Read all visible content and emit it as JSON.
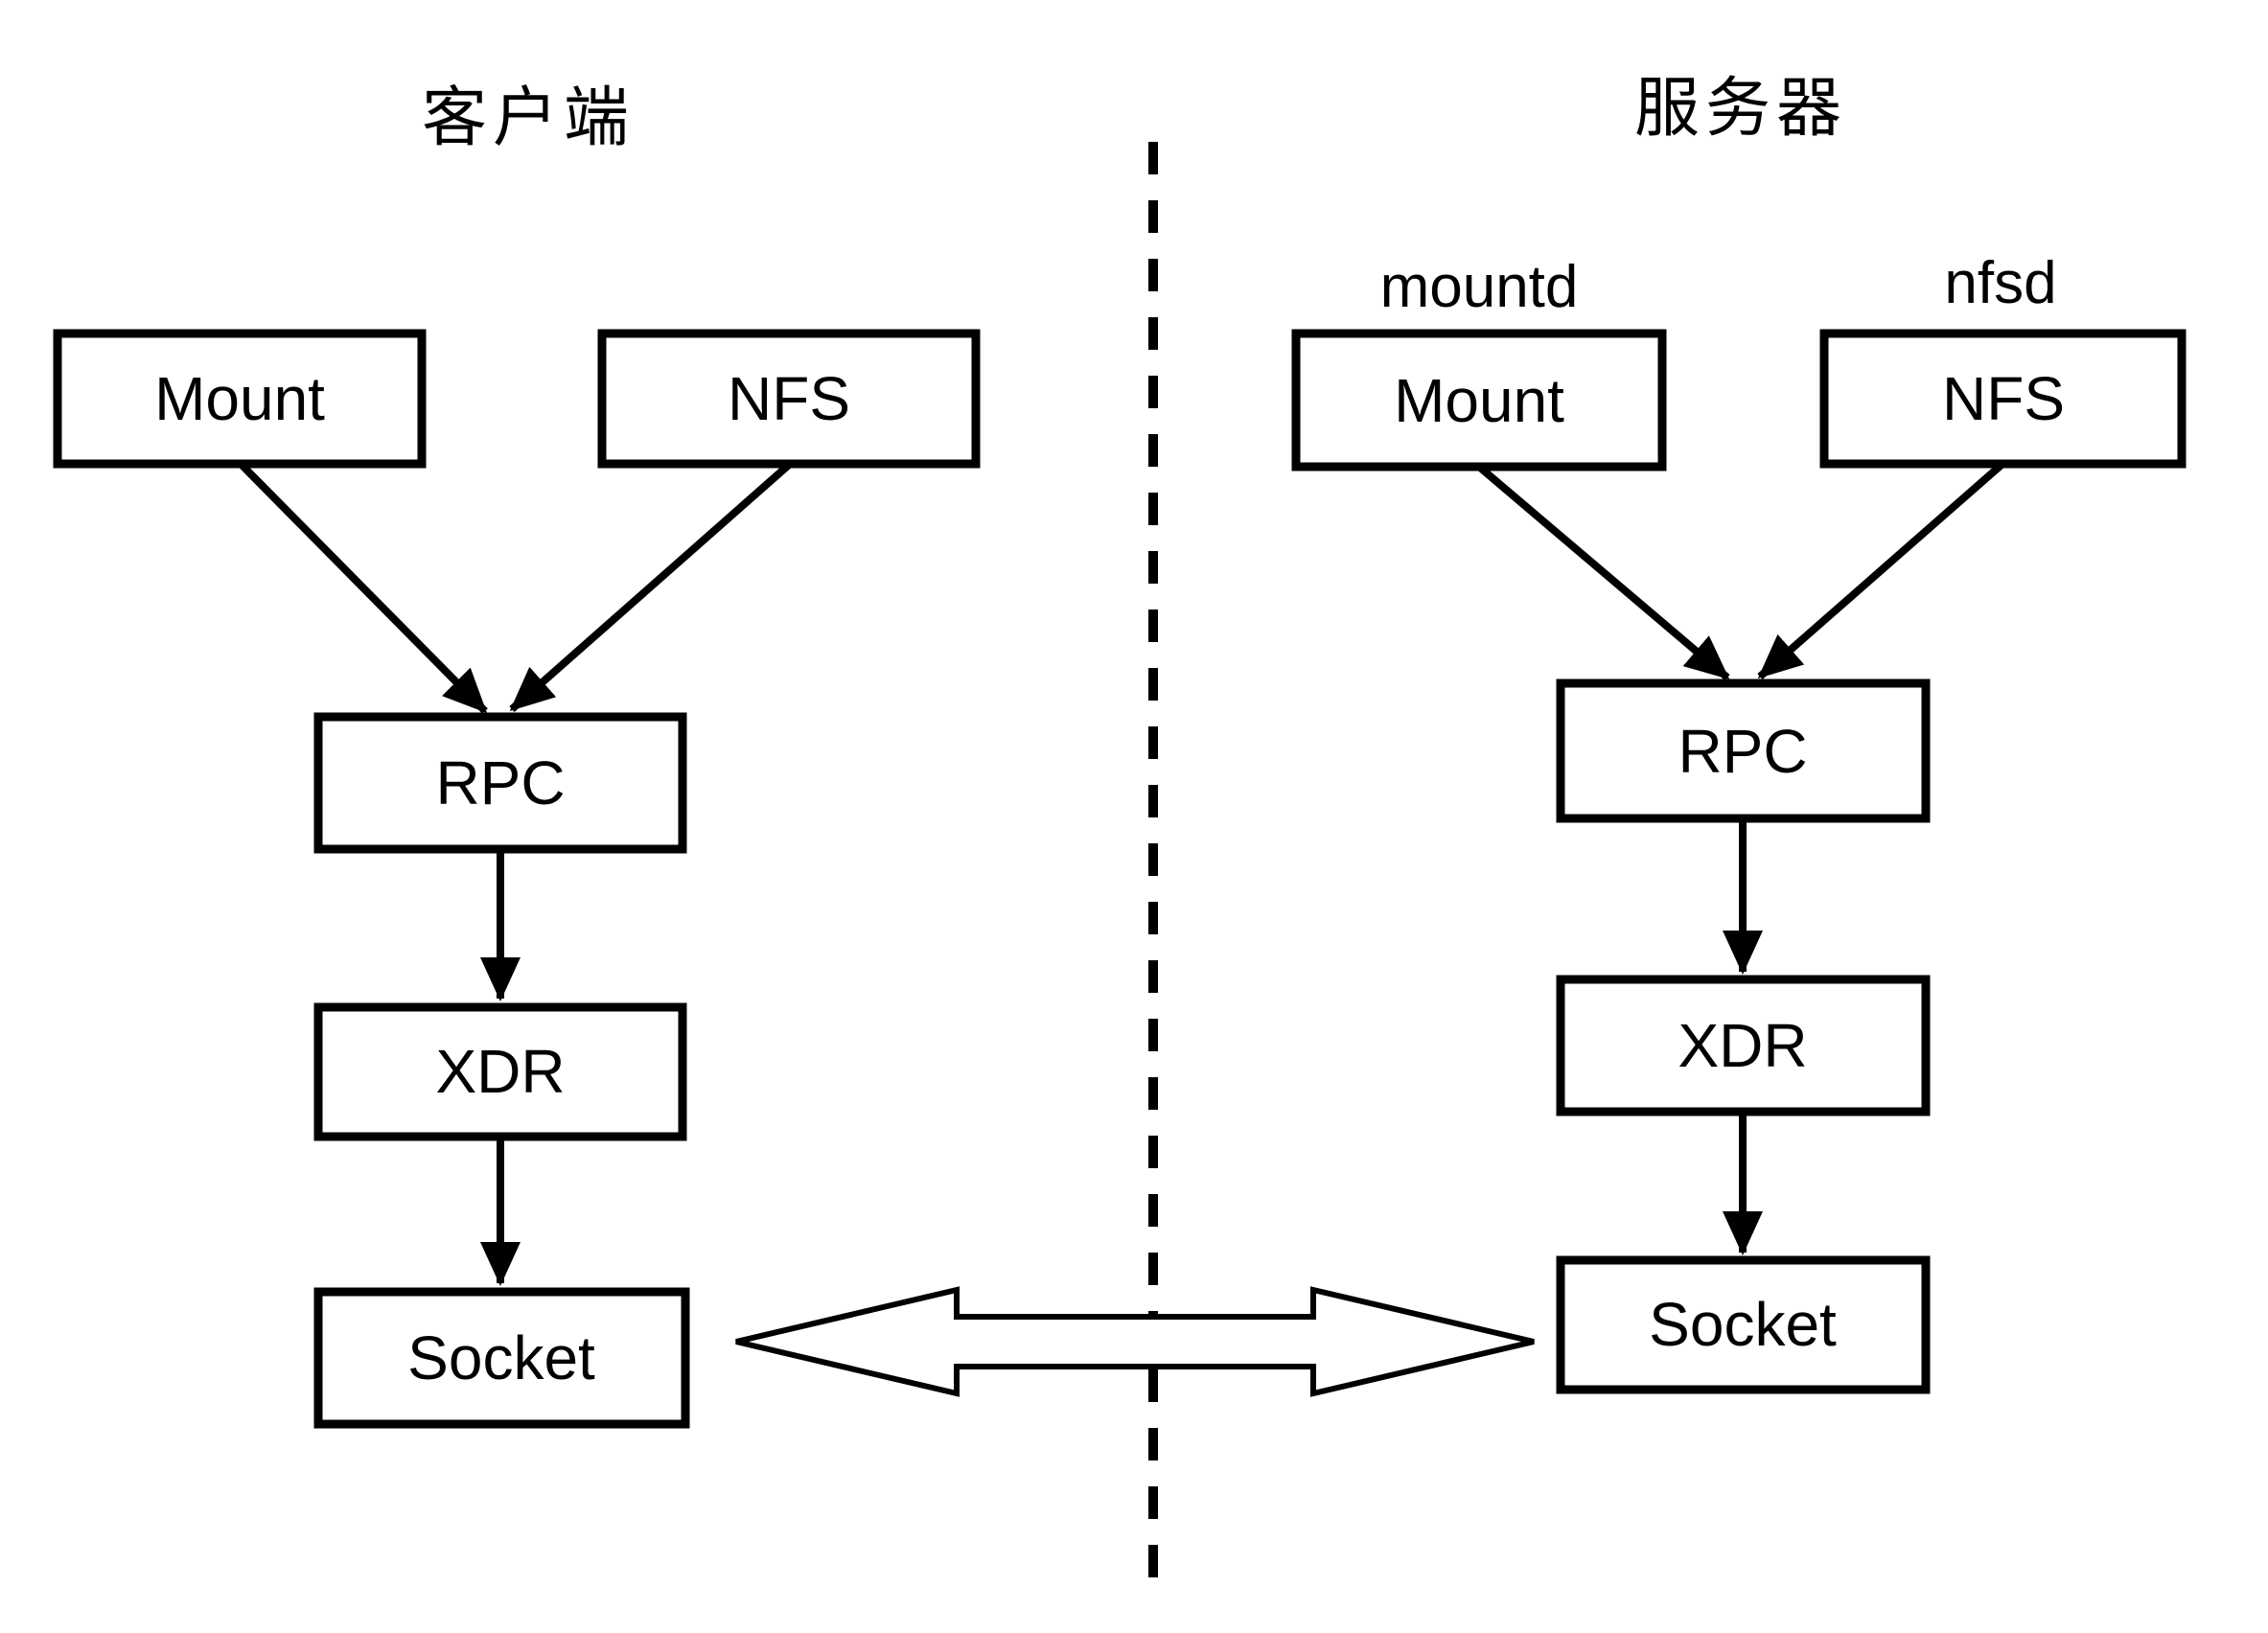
{
  "page": {
    "background_color": "#ffffff",
    "line_color": "#000000"
  },
  "diagram": {
    "client": {
      "title": "客户端",
      "nodes": {
        "mount": "Mount",
        "nfs": "NFS",
        "rpc": "RPC",
        "xdr": "XDR",
        "socket": "Socket"
      }
    },
    "server": {
      "title": "服务器",
      "daemons": {
        "mountd": "mountd",
        "nfsd": "nfsd"
      },
      "nodes": {
        "mount": "Mount",
        "nfs": "NFS",
        "rpc": "RPC",
        "xdr": "XDR",
        "socket": "Socket"
      }
    }
  }
}
